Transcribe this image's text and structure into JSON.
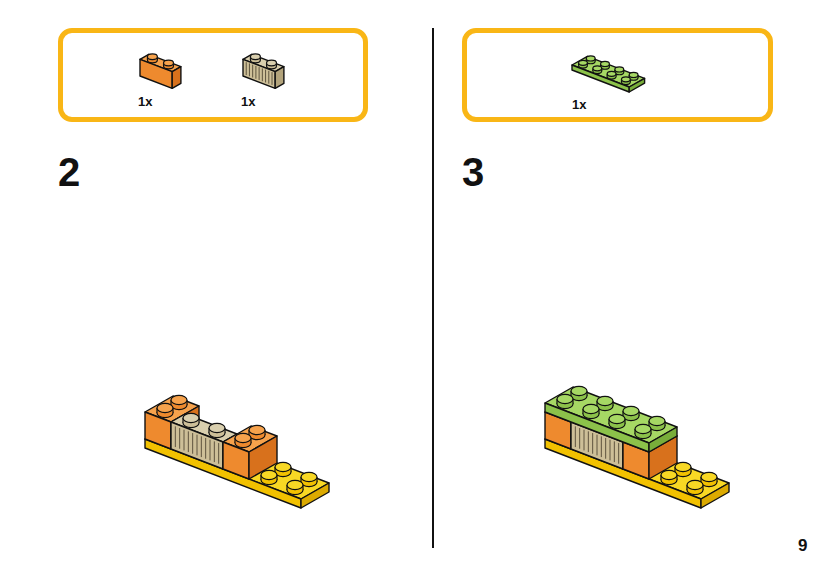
{
  "diagram": {
    "nodes": [
      {
        "text": [
          "1x",
          "1x"
        ]
      },
      {
        "text": [
          "1x"
        ]
      }
    ],
    "labels": [
      "2",
      "3",
      "9"
    ]
  }
}
